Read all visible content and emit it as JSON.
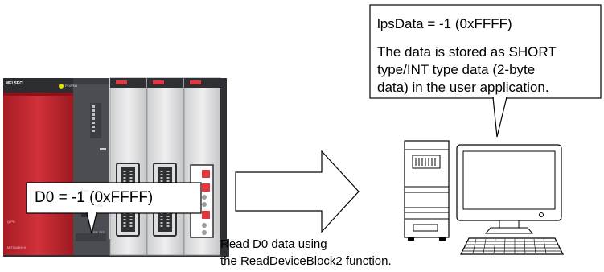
{
  "plc_callout": {
    "text": "D0 = -1 (0xFFFF)"
  },
  "pc_callout": {
    "line1": "lpsData = -1 (0xFFFF)",
    "line2": "The data is stored as SHORT",
    "line3": "type/INT type data (2-byte",
    "line4": "data) in the user application."
  },
  "arrow_caption": {
    "line1": "Read D0 data using",
    "line2": "the ReadDeviceBlock2 function."
  },
  "plc": {
    "power_module_brand": "MELSEC",
    "power_label": "POWER",
    "power_model": "Q PS",
    "power_maker": "MITSUBISHI",
    "cpu_labels": [
      "PULL",
      "USB",
      "RS-232"
    ]
  },
  "colors": {
    "power_module": "#c2262f",
    "cpu_module": "#4a4e53",
    "module_grey": "#d8d9da",
    "accent_red": "#e0383e"
  }
}
